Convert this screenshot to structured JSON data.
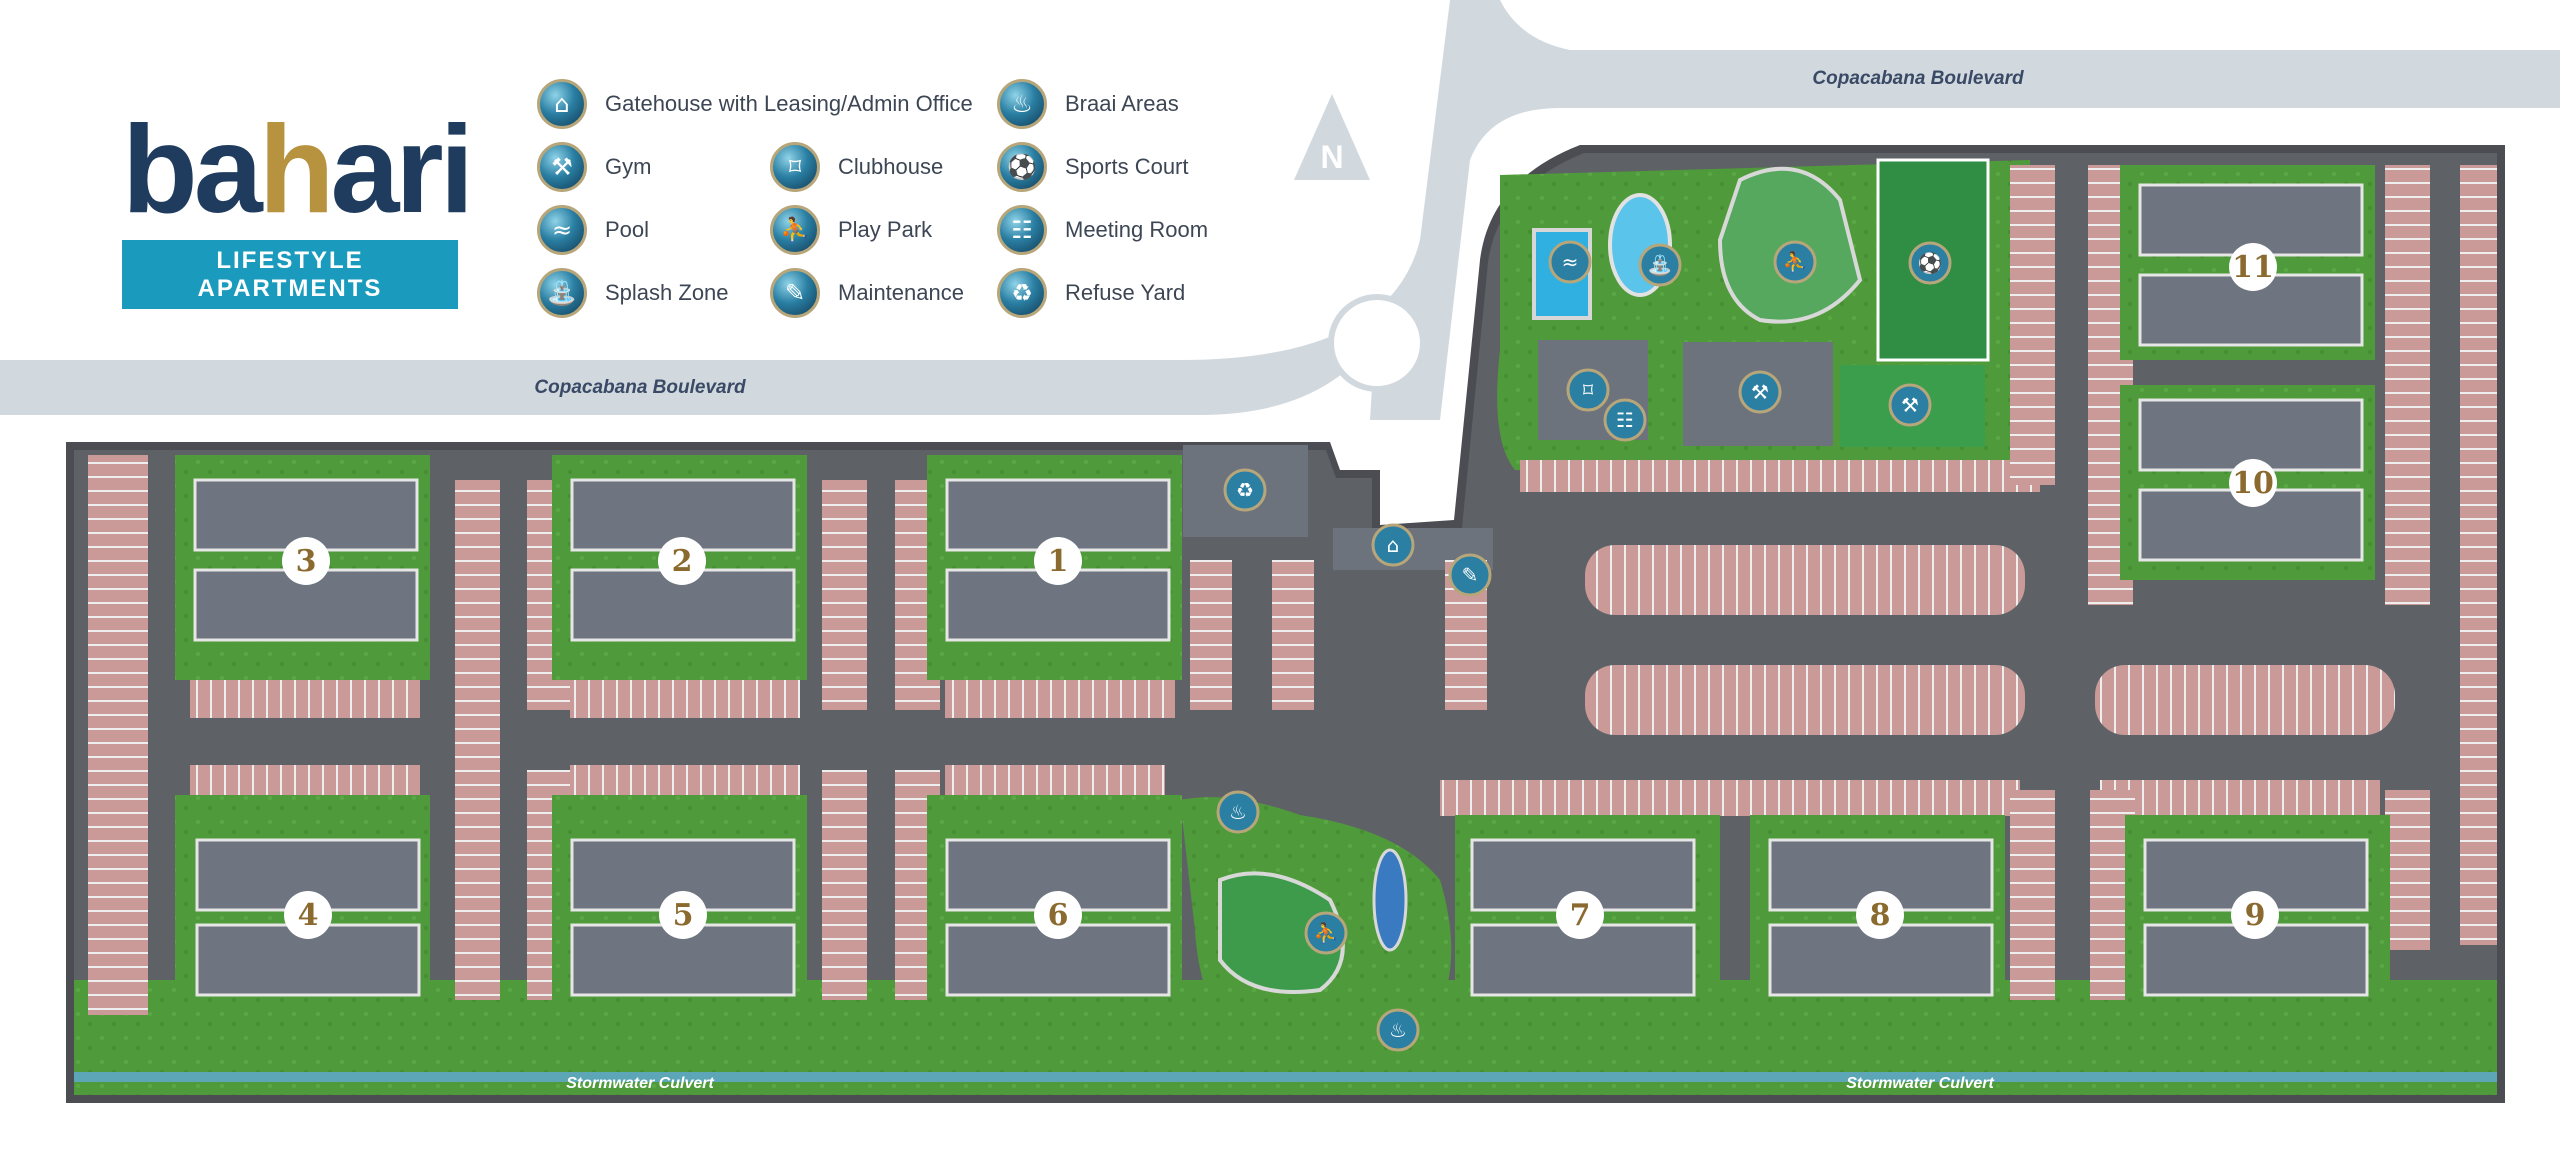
{
  "logo": {
    "part1": "ba",
    "part2": "h",
    "part3": "ari",
    "tagline": "LIFESTYLE APARTMENTS"
  },
  "legend": [
    {
      "label": "Gatehouse with Leasing/Admin Office",
      "icon": "gatehouse-icon",
      "glyph": "⌂"
    },
    {
      "label": "Gym",
      "icon": "gym-icon",
      "glyph": "⚒"
    },
    {
      "label": "Pool",
      "icon": "pool-icon",
      "glyph": "≈"
    },
    {
      "label": "Splash Zone",
      "icon": "splash-zone-icon",
      "glyph": "⛲"
    },
    {
      "label": "Clubhouse",
      "icon": "clubhouse-icon",
      "glyph": "⌑"
    },
    {
      "label": "Play Park",
      "icon": "play-park-icon",
      "glyph": "⛹"
    },
    {
      "label": "Maintenance",
      "icon": "maintenance-icon",
      "glyph": "✎"
    },
    {
      "label": "Braai Areas",
      "icon": "braai-icon",
      "glyph": "♨"
    },
    {
      "label": "Sports Court",
      "icon": "sports-court-icon",
      "glyph": "⚽"
    },
    {
      "label": "Meeting Room",
      "icon": "meeting-room-icon",
      "glyph": "☷"
    },
    {
      "label": "Refuse Yard",
      "icon": "refuse-yard-icon",
      "glyph": "♻"
    }
  ],
  "north_label": "N",
  "roads": {
    "top": "Copacabana Boulevard",
    "left": "Copacabana Boulevard"
  },
  "culverts": [
    "Stormwater Culvert",
    "Stormwater Culvert"
  ],
  "blocks": [
    "1",
    "2",
    "3",
    "4",
    "5",
    "6",
    "7",
    "8",
    "9",
    "10",
    "11"
  ],
  "colors": {
    "road": "#d1d9df",
    "asphalt": "#5b5d61",
    "grass": "#4f9a3a",
    "parking": "#c99898",
    "roof": "#6e7580",
    "brand_navy": "#1f3c5e",
    "brand_gold": "#b8933f",
    "brand_teal": "#1a9bbd"
  }
}
